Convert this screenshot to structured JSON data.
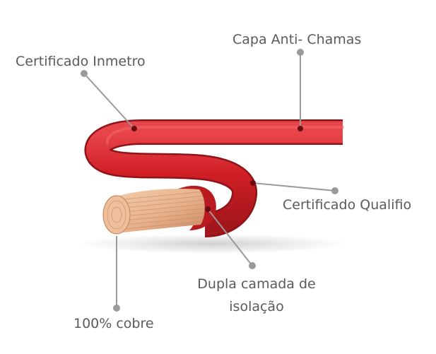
{
  "labels": {
    "capa": "Capa Anti- Chamas",
    "inmetro": "Certificado Inmetro",
    "qualifio": "Certificado Qualifio",
    "dupla_line1": "Dupla camada de",
    "dupla_line2": "isolação",
    "cobre": "100% cobre"
  },
  "colors": {
    "insulation": "#d01f25",
    "insulation_dark": "#a3161b",
    "insulation_light": "#e8454a",
    "copper": "#e8b48e",
    "leader_line": "#9a9a9a",
    "text": "#5a5a5a"
  }
}
